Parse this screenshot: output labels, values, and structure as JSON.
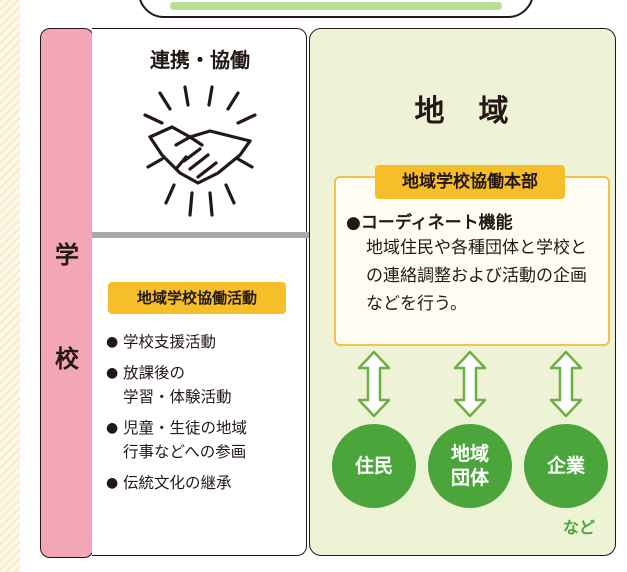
{
  "collab_title": "連携・協働",
  "school": {
    "char1": "学",
    "char2": "校"
  },
  "activity": {
    "label": "地域学校協働活動",
    "items": [
      "学校支援活動",
      "放課後の\n学習・体験活動",
      "児童・生徒の地域\n行事などへの参画",
      "伝統文化の継承"
    ]
  },
  "region": {
    "title": "地　域",
    "hq_label": "地域学校協働本部",
    "coord_head": "●コーディネート機能",
    "coord_text": "地域住民や各種団体と学校との連絡調整および活動の企画などを行う。",
    "circles": [
      "住民",
      "地域\n団体",
      "企業"
    ],
    "etc": "など"
  },
  "colors": {
    "school_pink": "#f3a6b6",
    "region_bg": "#eef3d6",
    "label_orange": "#f6bf2a",
    "circle_green": "#4aa63a",
    "arrow_green": "#6cb043",
    "connector_gray": "#a9a9a9"
  },
  "icons": {
    "collab": "handshake-icon",
    "arrow": "double-arrow-icon"
  }
}
